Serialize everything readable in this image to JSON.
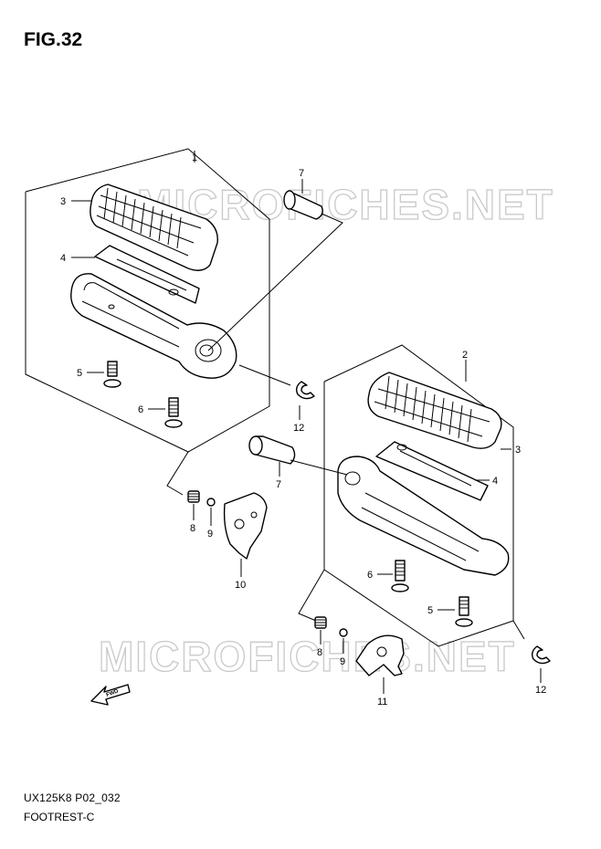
{
  "header": {
    "figure": "FIG.32"
  },
  "footer": {
    "model_code": "UX125K8 P02_032",
    "page_name": "FOOTREST-C"
  },
  "watermark": {
    "text": "MICROFICHES.NET"
  },
  "fwd_arrow": {
    "label": "FWD"
  },
  "callouts": {
    "c1": "1",
    "c2": "2",
    "c3a": "3",
    "c3b": "3",
    "c4a": "4",
    "c4b": "4",
    "c5a": "5",
    "c5b": "5",
    "c6a": "6",
    "c6b": "6",
    "c7a": "7",
    "c7b": "7",
    "c8a": "8",
    "c8b": "8",
    "c9a": "9",
    "c9b": "9",
    "c10": "10",
    "c11": "11",
    "c12a": "12",
    "c12b": "12"
  }
}
